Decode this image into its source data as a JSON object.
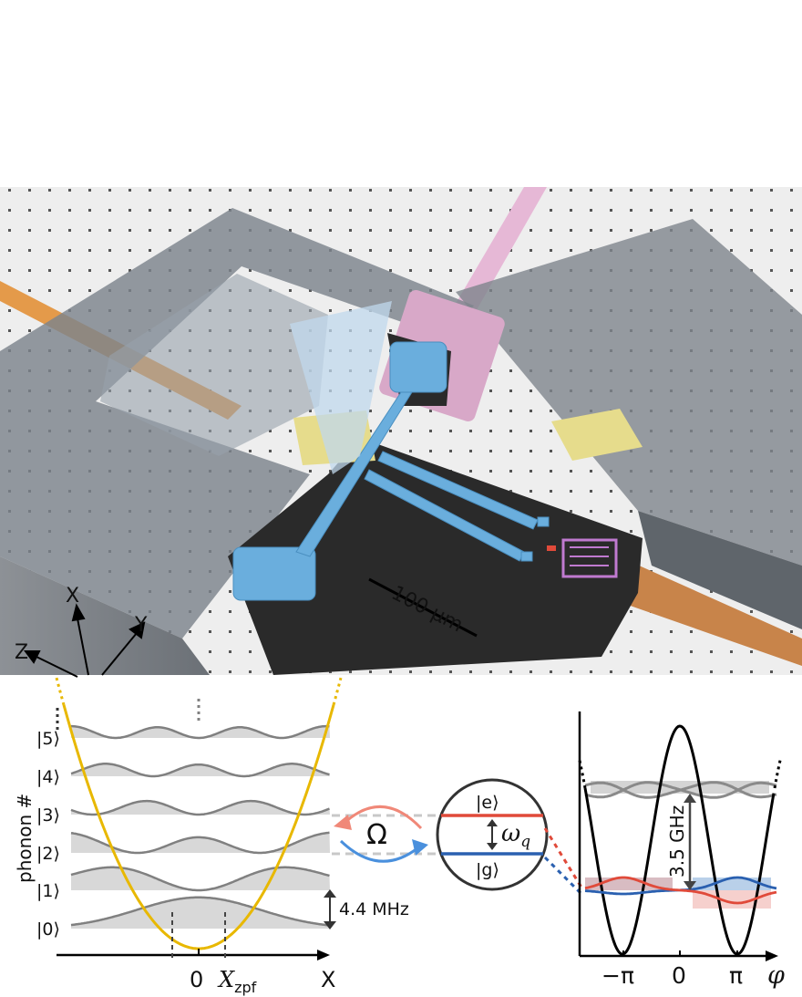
{
  "device": {
    "scale_bar": "100 μm",
    "axes": {
      "x": "X",
      "y": "Y",
      "z": "Z"
    }
  },
  "phonon_panel": {
    "ylabel": "phonon #",
    "levels": [
      "|0⟩",
      "|1⟩",
      "|2⟩",
      "|3⟩",
      "|4⟩",
      "|5⟩"
    ],
    "spacing_label": "4.4 MHz",
    "x_axis_label": "X",
    "zero_tick": "0",
    "zpf_main": "X",
    "zpf_sub": "zpf",
    "colors": {
      "potential": "#e8b800",
      "wavefunction": "#808080",
      "fill": "#d8d8d8"
    }
  },
  "coupling": {
    "rabi": "Ω",
    "excited": "|e⟩",
    "ground": "|g⟩",
    "omega_main": "ω",
    "omega_sub": "q",
    "colors": {
      "excited": "#e04a3a",
      "ground": "#2a60b0",
      "arrow_top": "#f08878",
      "arrow_bottom": "#4a90dd"
    }
  },
  "qubit_panel": {
    "gap_label": "3.5 GHz",
    "x_axis_label": "φ",
    "ticks": [
      "−π",
      "0",
      "π"
    ]
  }
}
